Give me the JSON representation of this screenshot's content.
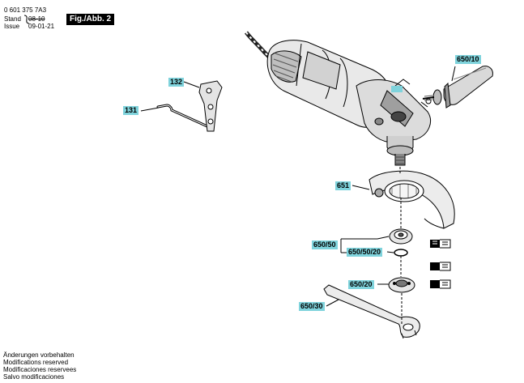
{
  "header": {
    "doc_number": "0 601 375 7A3",
    "stand_label": "Stand",
    "stand_value": "08-10",
    "issue_label": "Issue",
    "issue_value": "09-01-21",
    "figure": "Fig./Abb. 2"
  },
  "parts": {
    "p132": "132",
    "p131": "131",
    "p650_10": "650/10",
    "p651": "651",
    "p650_50": "650/50",
    "p650_50_20": "650/50/20",
    "p650_20": "650/20",
    "p650_30": "650/30"
  },
  "footer": {
    "line1": "Änderungen vorbehalten",
    "line2": "Modifications reserved",
    "line3": "Modificaciones reservees",
    "line4": "Salvo modificaciones"
  }
}
